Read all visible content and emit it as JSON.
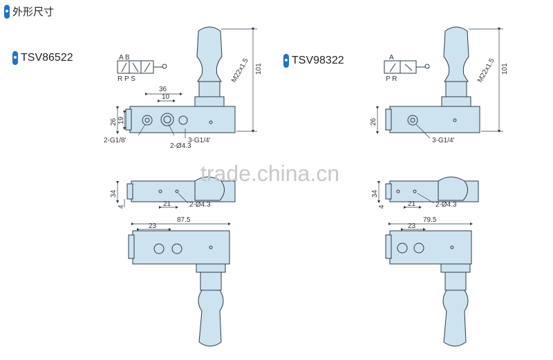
{
  "section": {
    "title": "外形尺寸"
  },
  "models": [
    {
      "name": "TSV86522"
    },
    {
      "name": "TSV98322"
    }
  ],
  "symbol_labels": {
    "left_top": "A B",
    "left_bottom": "R P S",
    "right_top": "A",
    "right_bottom": "P R"
  },
  "dims_left": {
    "overall_height": "101",
    "thread": "M22x1.5",
    "d36": "36",
    "d10": "10",
    "d26": "26",
    "d19": "19",
    "port_a": "2-G1/8'",
    "port_b": "3-G1/4'",
    "hole": "2-Ø4.3",
    "d34": "34",
    "d4": "4",
    "d21": "21",
    "hole_b": "2-Ø4.3",
    "d87": "87.5",
    "d23": "23"
  },
  "dims_right": {
    "overall_height": "101",
    "thread": "M22x1.5",
    "d26": "26",
    "port": "3-G1/4'",
    "d34": "34",
    "d4": "4",
    "d21": "21",
    "hole": "2-Ø4.3",
    "d79": "79.5",
    "d23": "23"
  },
  "watermark": "trade.china.cn",
  "colors": {
    "fill": "#cde3ef",
    "stroke": "#2a3a48",
    "accent": "#1f73c7"
  }
}
